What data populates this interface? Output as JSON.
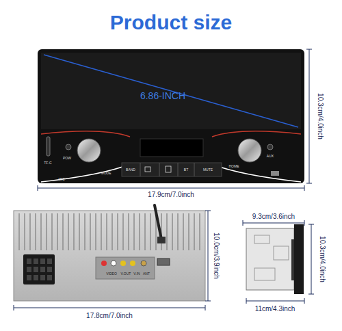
{
  "diagram": {
    "title": "Product size",
    "labels": [
      "6.86-INCH",
      "10.3cm/4.0inch",
      "17.9cm/7.0inch",
      "POW",
      "MODE",
      "TF-C",
      "MIC",
      "BAND",
      "BT",
      "MUTE",
      "HOME",
      "AUX",
      "9.3cm/3.6inch",
      "10.0cm/3.9inch",
      "17.8cm/7.0inch",
      "10.3cm/4.0inch",
      "11cm/4.3inch",
      "VIDEO",
      "V.OUT",
      "V.IN",
      "ANT"
    ]
  }
}
